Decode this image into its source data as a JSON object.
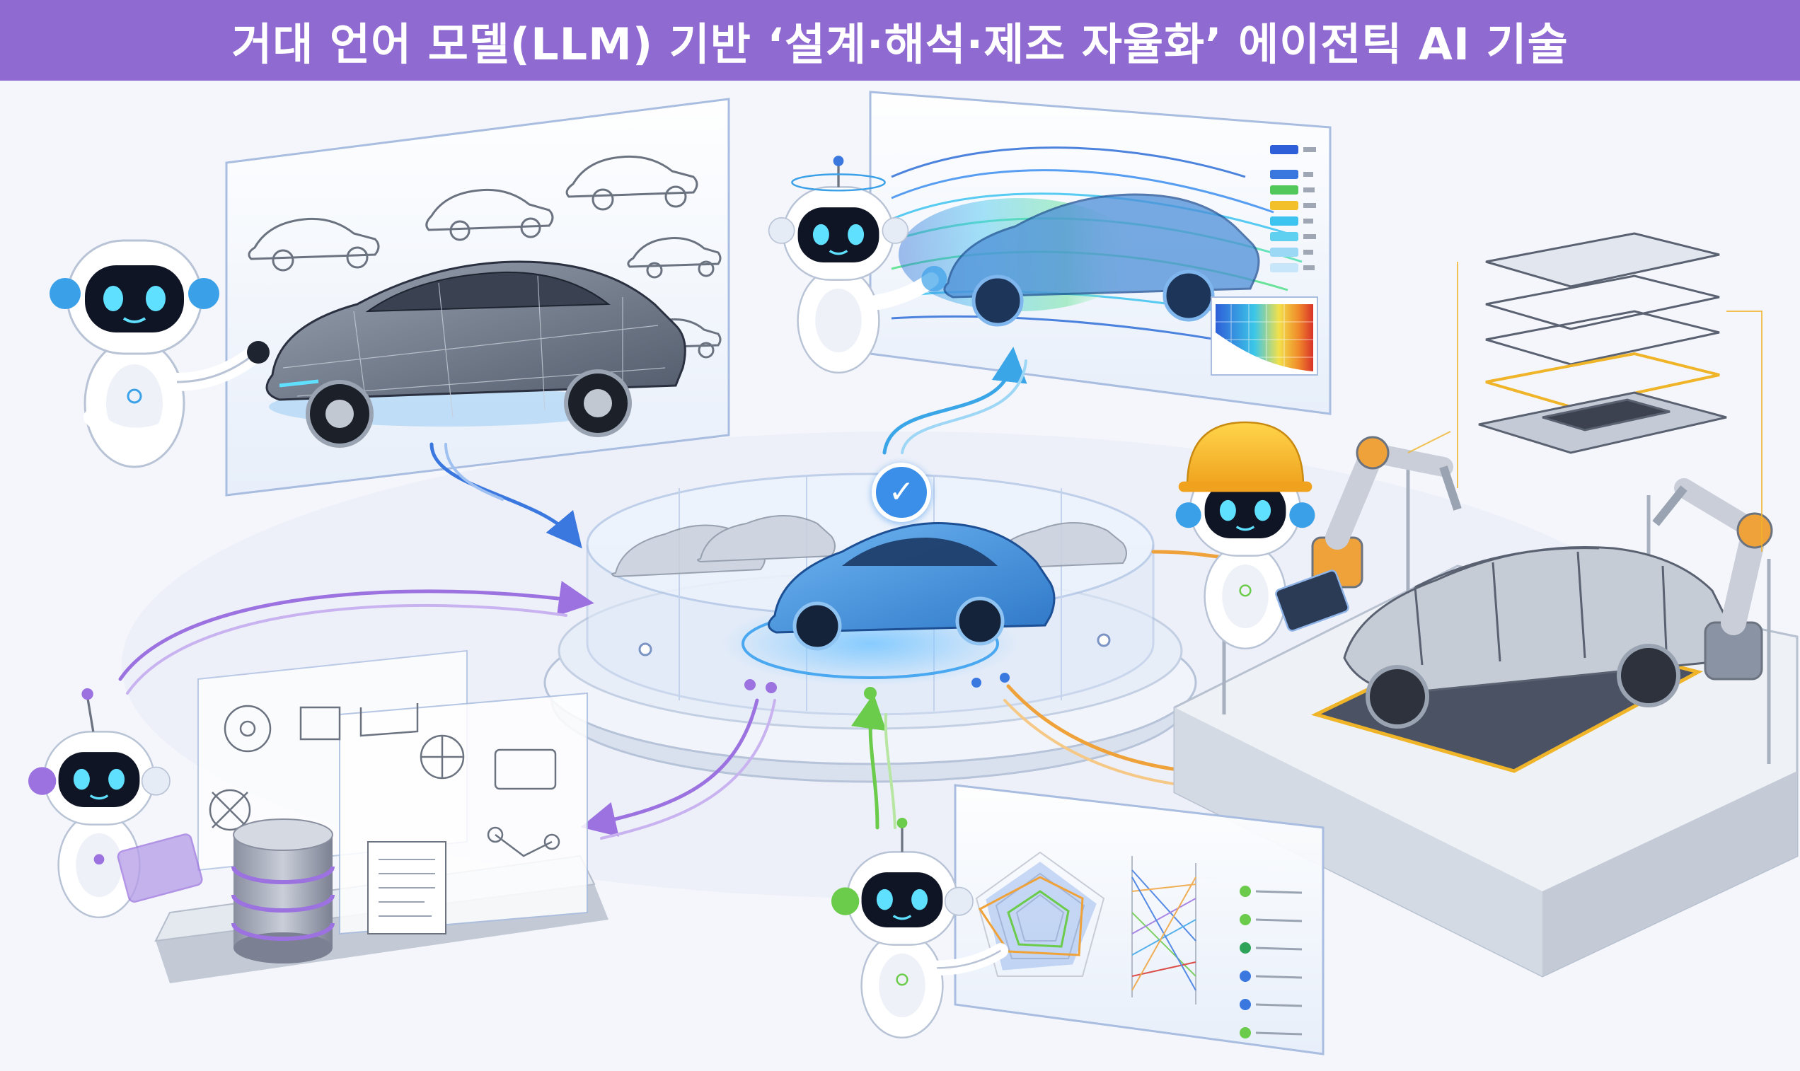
{
  "title": "거대 언어 모델(LLM) 기반 ‘설계·해석·제조 자율화’ 에이전틱 AI 기술",
  "colors": {
    "title_bar": "#8f6ad0",
    "design_flow": "#3a78e0",
    "analysis_flow": "#3aa6e8",
    "manufacturing_flow": "#f0a23a",
    "data_flow": "#9b72e0",
    "evaluation_flow": "#6bcb4a"
  },
  "agents": [
    {
      "role": "design",
      "accent": "#3aa0e8"
    },
    {
      "role": "analysis",
      "accent": "#3aa0e8"
    },
    {
      "role": "manufacturing",
      "accent": "#f5b52a"
    },
    {
      "role": "knowledge",
      "accent": "#9b72e0"
    },
    {
      "role": "evaluation",
      "accent": "#6bcb4a"
    }
  ],
  "icons": {
    "hub_check": "check-icon",
    "database": "database-icon",
    "tablet": "tablet-icon"
  }
}
